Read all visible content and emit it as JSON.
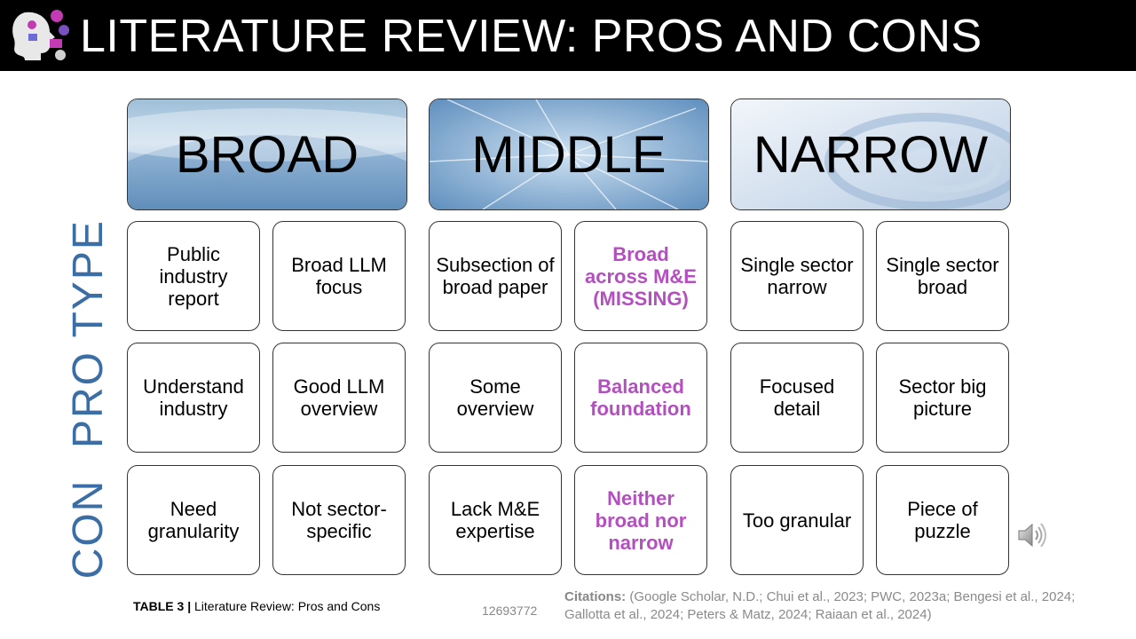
{
  "title": "LITERATURE REVIEW: PROS AND CONS",
  "columns": [
    {
      "label": "BROAD"
    },
    {
      "label": "MIDDLE"
    },
    {
      "label": "NARROW"
    }
  ],
  "row_labels": {
    "type": "PRO TYPE",
    "con": "CON"
  },
  "rows": {
    "type": [
      "Public industry report",
      "Broad LLM focus",
      "Subsection of broad paper",
      "Broad across M&E (MISSING)",
      "Single sector narrow",
      "Single sector broad"
    ],
    "pro": [
      "Understand industry",
      "Good LLM overview",
      "Some overview",
      "Balanced foundation",
      "Focused detail",
      "Sector big picture"
    ],
    "con": [
      "Need granularity",
      "Not sector-specific",
      "Lack M&E expertise",
      "Neither broad nor narrow",
      "Too granular",
      "Piece of puzzle"
    ]
  },
  "caption": {
    "prefix": "TABLE 3 |",
    "text": " Literature Review: Pros and Cons"
  },
  "id_number": "12693772",
  "citations": {
    "label": "Citations:",
    "text": " (Google Scholar, N.D.; Chui et al., 2023; PWC, 2023a; Bengesi et al., 2024; Gallotta et al., 2024; Peters & Matz, 2024; Raiaan et al., 2024)"
  },
  "colors": {
    "highlight": "#b44fc0",
    "row_label": "#3b6ea5",
    "title_bg": "#000000"
  },
  "icons": [
    "logo-icon",
    "speaker-icon"
  ]
}
